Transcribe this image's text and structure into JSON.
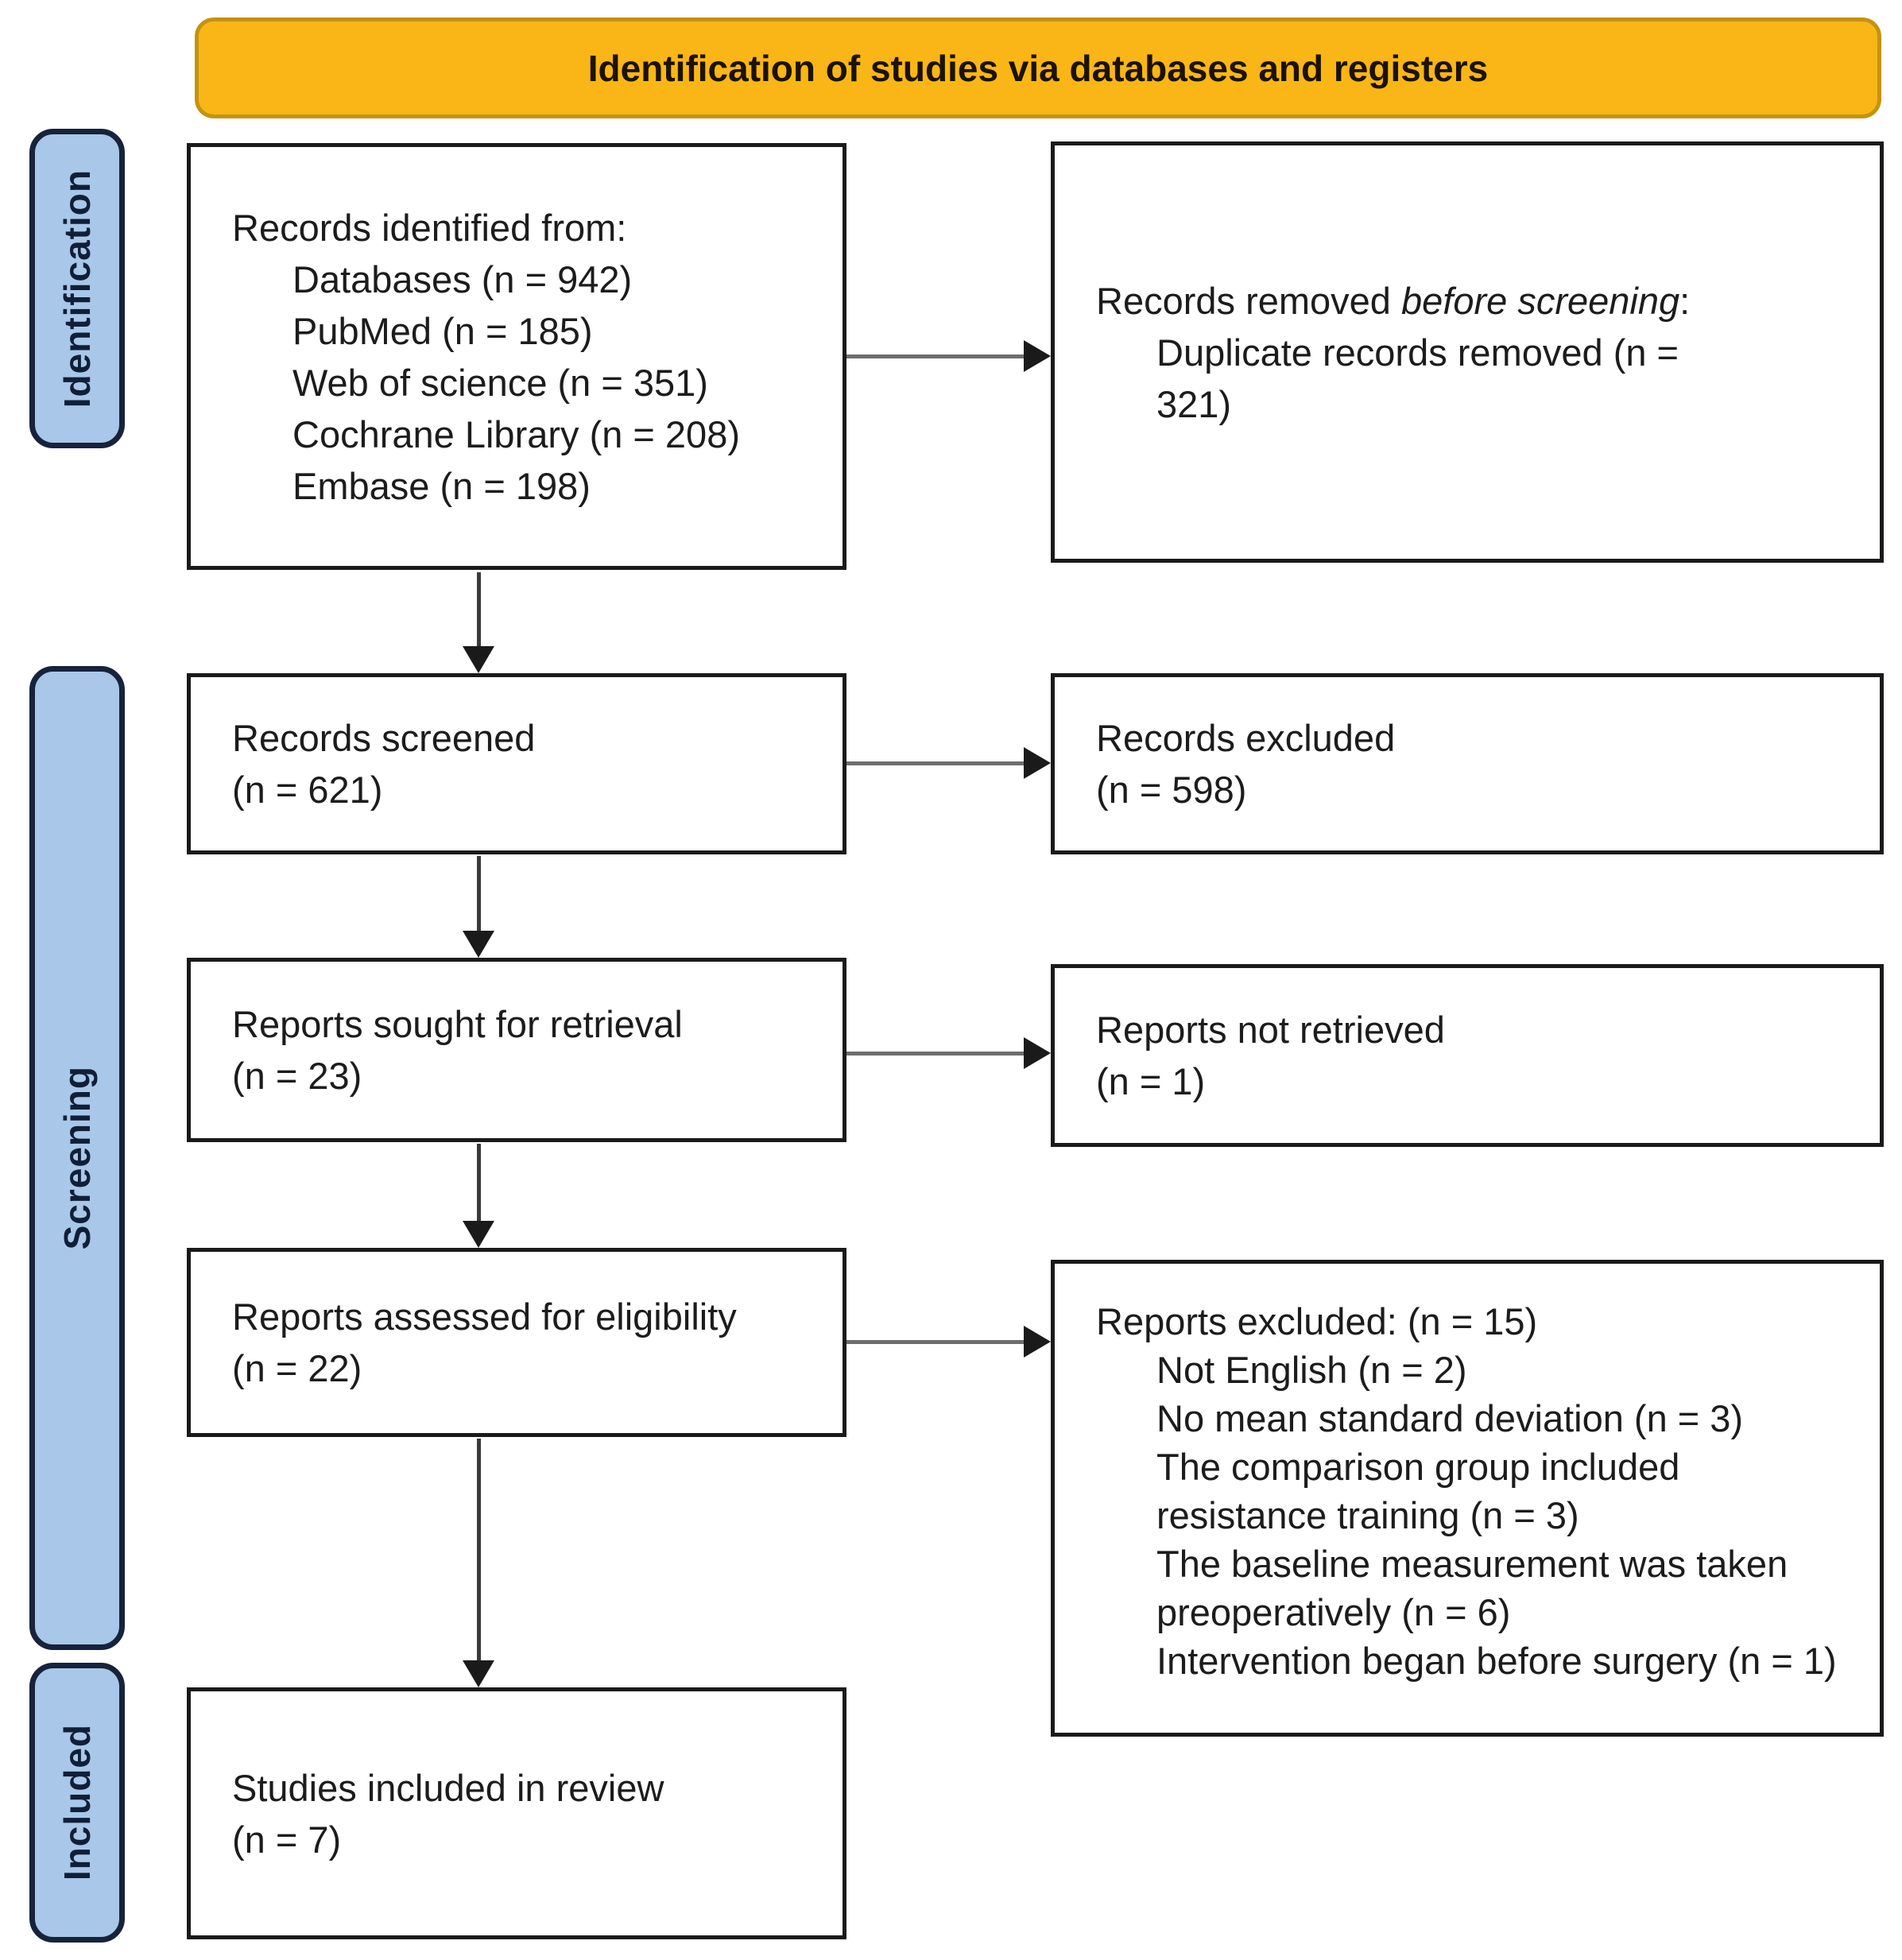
{
  "colors": {
    "header_bg": "#F9B616",
    "header_border": "#C4930F",
    "sidebar_bg": "#A9C7E8",
    "sidebar_border": "#16233B",
    "box_border": "#1A1A1A",
    "arrow": "#1A1A1A",
    "text": "#1C1C1C"
  },
  "header": {
    "title": "Identification of studies via databases and registers"
  },
  "sidebar": {
    "identification": "Identification",
    "screening": "Screening",
    "included": "Included"
  },
  "boxes": {
    "records_identified": {
      "heading": "Records identified from:",
      "items": [
        "Databases (n = 942)",
        "PubMed (n = 185)",
        "Web of science (n = 351)",
        "Cochrane Library (n = 208)",
        "Embase (n = 198)"
      ]
    },
    "records_removed": {
      "heading_prefix": "Records removed ",
      "heading_italic": "before screening",
      "heading_suffix": ":",
      "item": "Duplicate records removed (n = 321)"
    },
    "records_screened": {
      "line1": "Records screened",
      "line2": "(n = 621)"
    },
    "records_excluded": {
      "line1": "Records excluded",
      "line2": "(n = 598)"
    },
    "reports_sought": {
      "line1": "Reports sought for retrieval",
      "line2": "(n = 23)"
    },
    "reports_not_retrieved": {
      "line1": "Reports not retrieved",
      "line2": "(n = 1)"
    },
    "reports_assessed": {
      "line1": "Reports assessed for eligibility",
      "line2": "(n = 22)"
    },
    "reports_excluded": {
      "heading": "Reports excluded: (n = 15)",
      "items": [
        "Not English (n = 2)",
        "No mean standard deviation (n = 3)",
        "The comparison group included resistance training (n = 3)",
        "The baseline measurement was taken preoperatively (n = 6)",
        "Intervention began before surgery (n = 1)"
      ]
    },
    "studies_included": {
      "line1": "Studies included in review",
      "line2": "(n = 7)"
    }
  }
}
